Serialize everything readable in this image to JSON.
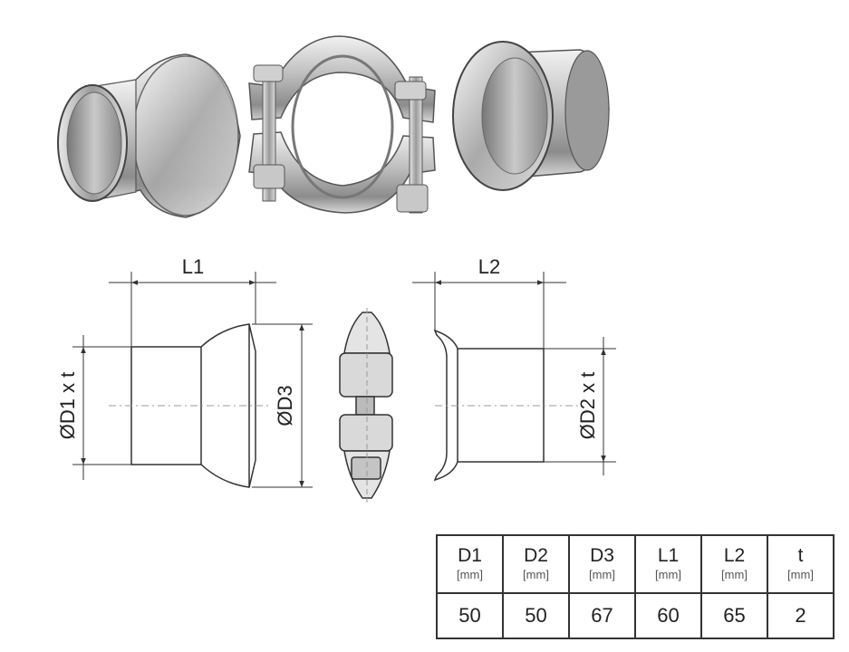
{
  "dimensions": {
    "l1": "L1",
    "l2": "L2",
    "d1": "ØD1 x t",
    "d2": "ØD2 x t",
    "d3": "ØD3"
  },
  "table": {
    "headers": [
      {
        "name": "D1",
        "unit": "[mm]"
      },
      {
        "name": "D2",
        "unit": "[mm]"
      },
      {
        "name": "D3",
        "unit": "[mm]"
      },
      {
        "name": "L1",
        "unit": "[mm]"
      },
      {
        "name": "L2",
        "unit": "[mm]"
      },
      {
        "name": "t",
        "unit": "[mm]"
      }
    ],
    "values": [
      "50",
      "50",
      "67",
      "60",
      "65",
      "2"
    ]
  }
}
